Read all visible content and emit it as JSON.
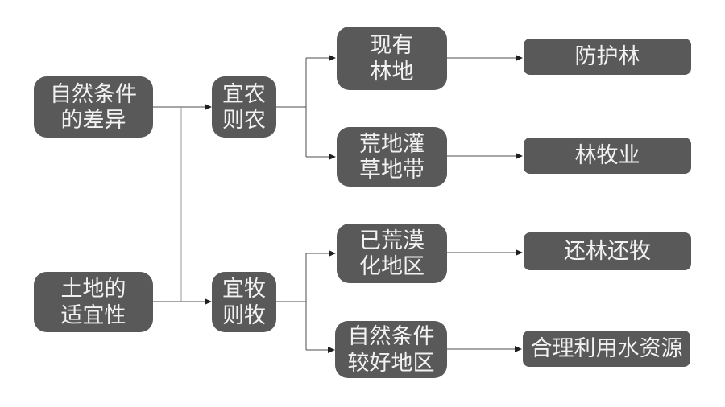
{
  "diagram": {
    "type": "flowchart",
    "language": "zh-CN",
    "background_color": "#ffffff",
    "box_fill_color": "#595959",
    "box_text_color": "#f2f2f2",
    "line_color": "#4d4d4d",
    "trunk_line_color": "#9a9a9a",
    "arrowhead_color": "#1f1f1f",
    "nodes": {
      "natural_conditions": {
        "label": "自然条件\n的差异"
      },
      "land_suitability": {
        "label": "土地的\n适宜性"
      },
      "farm_where_suitable": {
        "label": "宜农\n则农"
      },
      "graze_where_suitable": {
        "label": "宜牧\n则牧"
      },
      "existing_forest": {
        "label": "现有\n林地"
      },
      "wasteland_shrub_grass": {
        "label": "荒地灌\n草地带"
      },
      "desertified_areas": {
        "label": "已荒漠\n化地区"
      },
      "better_natural_areas": {
        "label": "自然条件\n较好地区"
      },
      "shelter_forest": {
        "label": "防护林"
      },
      "forestry_husbandry": {
        "label": "林牧业"
      },
      "return_forest_pasture": {
        "label": "还林还牧"
      },
      "rational_water_use": {
        "label": "合理利用水资源"
      }
    },
    "edges": [
      {
        "from": "natural_conditions + land_suitability",
        "to": "farm_where_suitable",
        "style": "bracket-arrow"
      },
      {
        "from": "natural_conditions + land_suitability",
        "to": "graze_where_suitable",
        "style": "bracket-arrow"
      },
      {
        "from": "farm_where_suitable",
        "to": "existing_forest",
        "style": "elbow-arrow"
      },
      {
        "from": "farm_where_suitable",
        "to": "wasteland_shrub_grass",
        "style": "elbow-arrow"
      },
      {
        "from": "graze_where_suitable",
        "to": "desertified_areas",
        "style": "elbow-arrow"
      },
      {
        "from": "graze_where_suitable",
        "to": "better_natural_areas",
        "style": "elbow-arrow"
      },
      {
        "from": "existing_forest",
        "to": "shelter_forest",
        "style": "straight-arrow"
      },
      {
        "from": "wasteland_shrub_grass",
        "to": "forestry_husbandry",
        "style": "straight-arrow"
      },
      {
        "from": "desertified_areas",
        "to": "return_forest_pasture",
        "style": "straight-arrow"
      },
      {
        "from": "better_natural_areas",
        "to": "rational_water_use",
        "style": "straight-arrow"
      }
    ]
  }
}
